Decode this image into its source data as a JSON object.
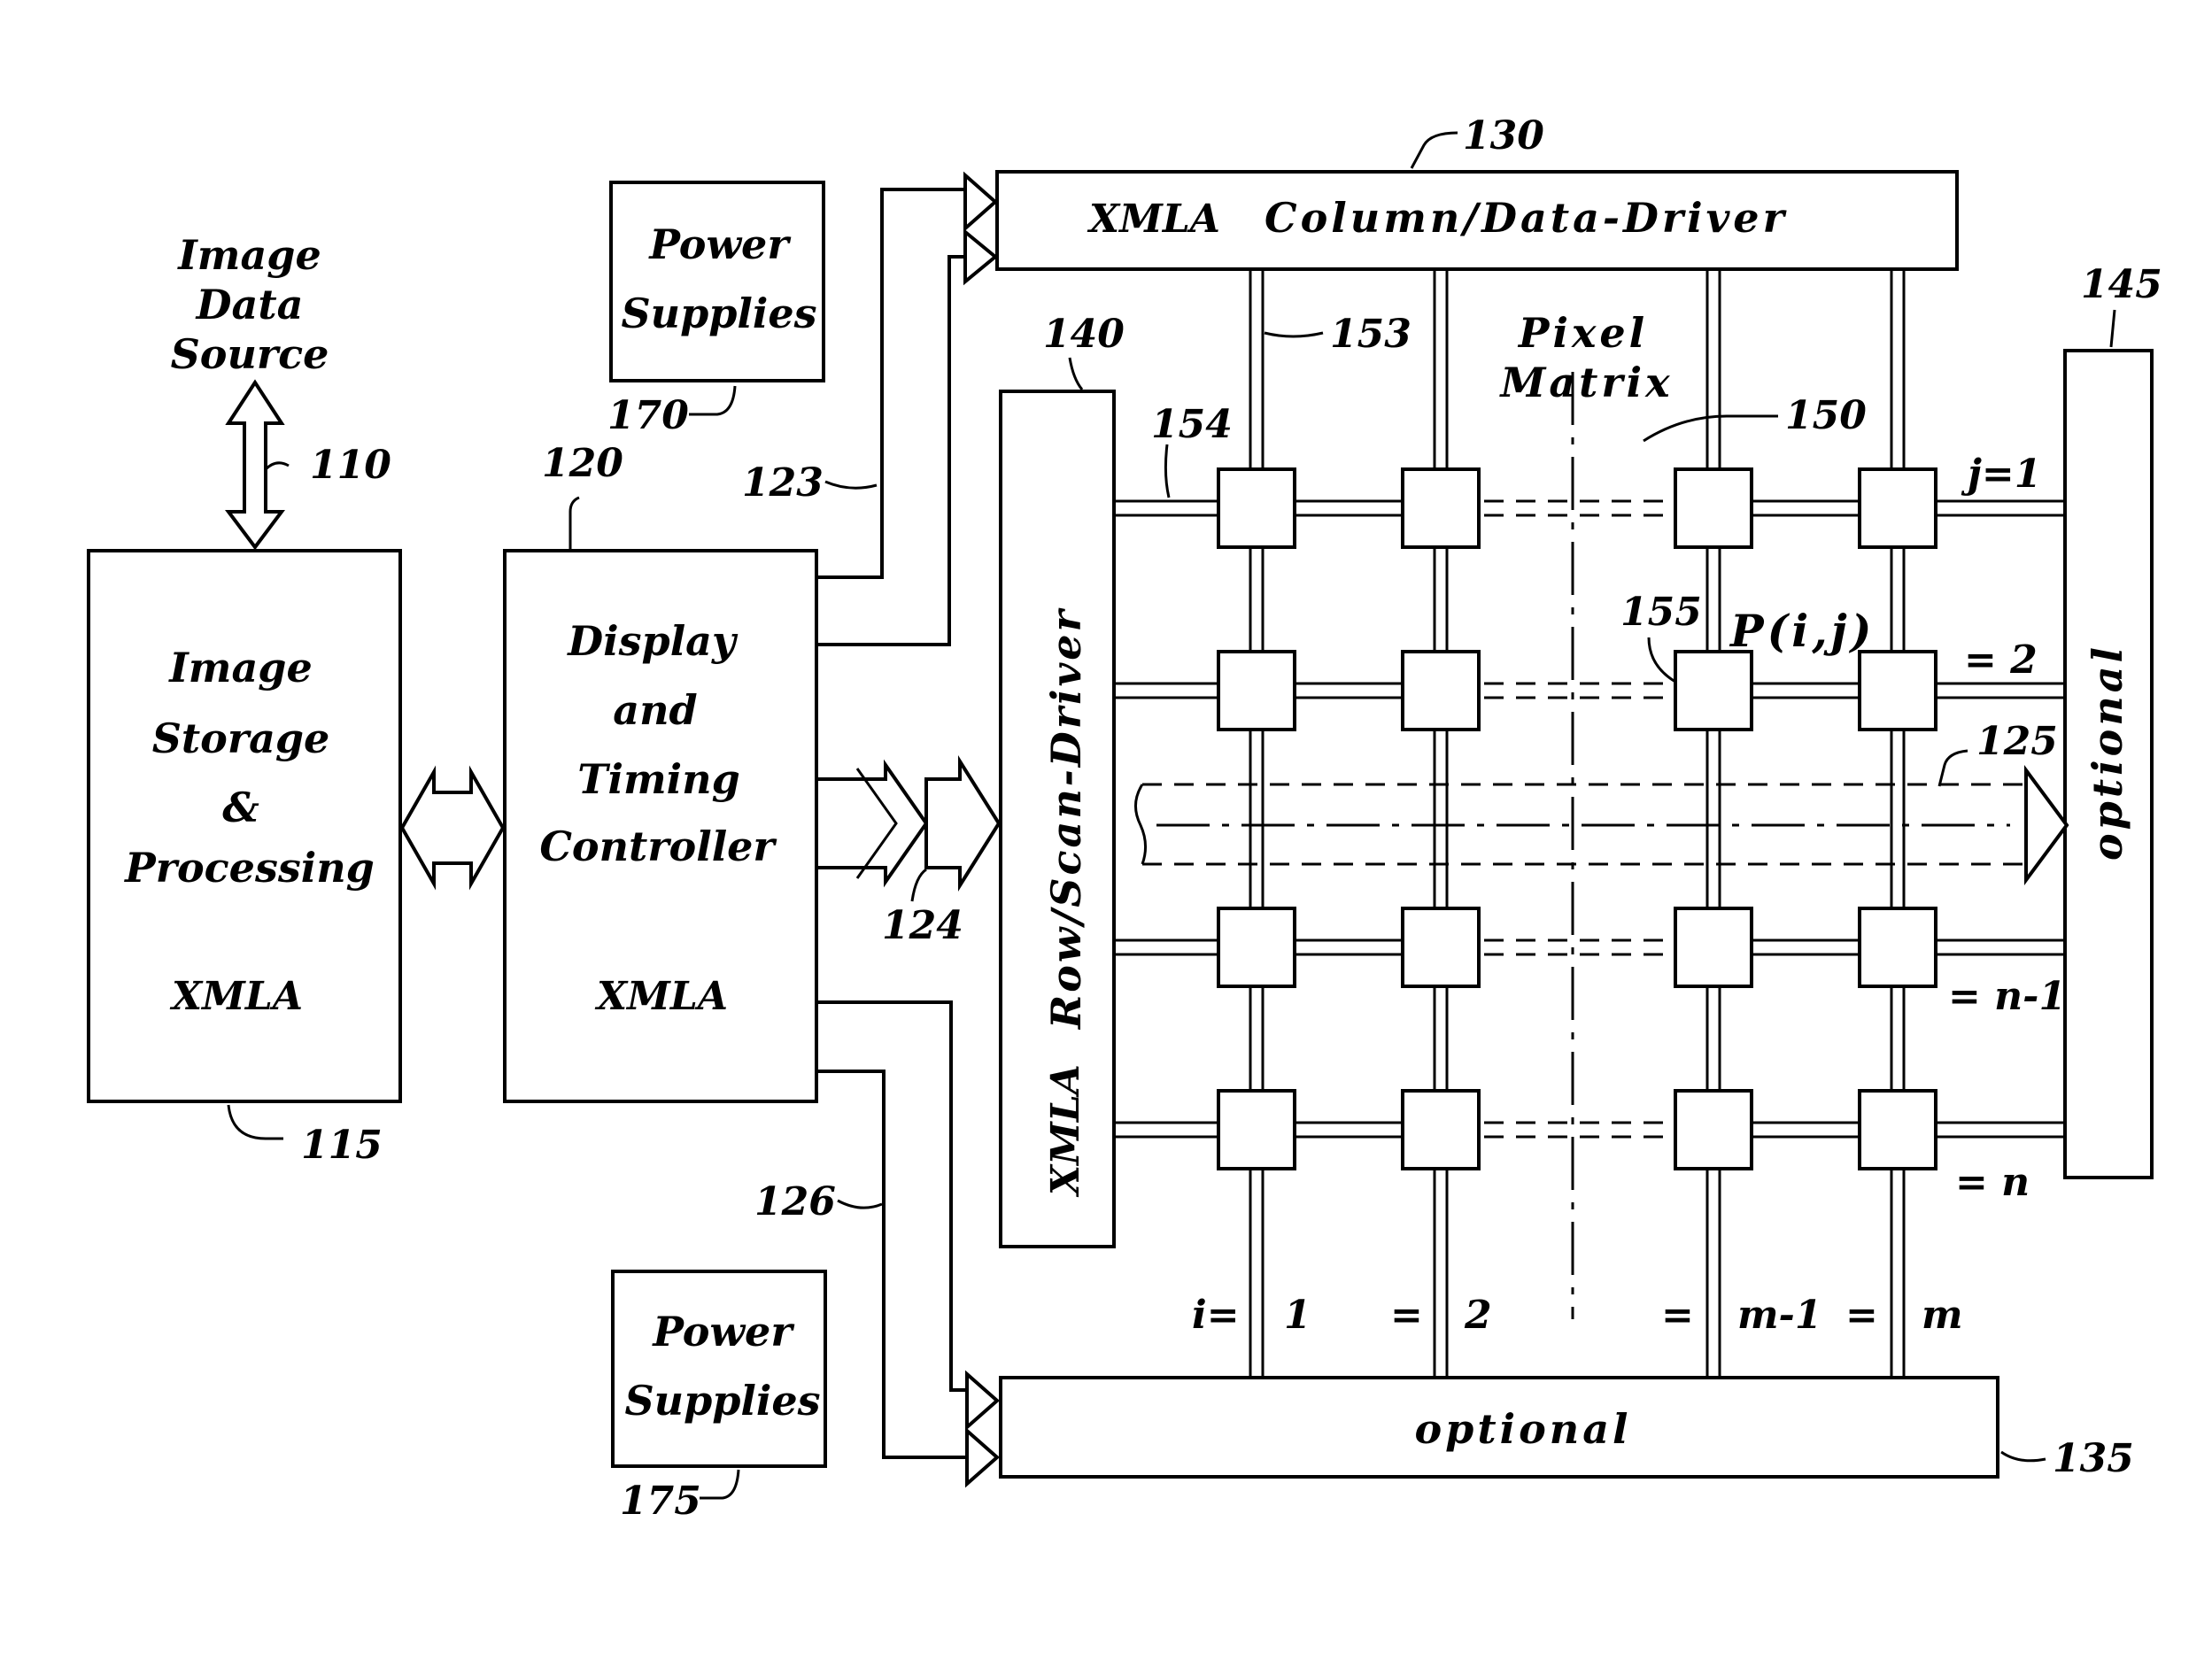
{
  "labels": {
    "image_data_source": [
      "Image",
      "Data",
      "Source"
    ],
    "image_storage": [
      "Image",
      "Storage",
      "&",
      "Processing"
    ],
    "image_storage_xmla": "XMLA",
    "display_timing": [
      "Display",
      "and",
      "Timing",
      "Controller"
    ],
    "display_timing_xmla": "XMLA",
    "power_supplies_top": [
      "Power",
      "Supplies"
    ],
    "power_supplies_bottom": [
      "Power",
      "Supplies"
    ],
    "column_driver_xmla": "XMLA",
    "column_driver_title": "Column/Data-Driver",
    "row_driver_title": "Row/Scan-Driver",
    "row_driver_xmla": "XMLA",
    "pixel_matrix": [
      "Pixel",
      "Matrix"
    ],
    "optional_right": "optional",
    "optional_bottom": "optional",
    "pixel_label": "P(i,j)"
  },
  "row_labels": [
    "j=1",
    "= 2",
    "= n-1",
    "= n"
  ],
  "column_labels": {
    "prefix": "i=",
    "c1": "1",
    "eq2": "=",
    "c2": "2",
    "eq3": "=",
    "c3": "m-1",
    "eq4": "=",
    "c4": "m"
  },
  "refs": {
    "r110": "110",
    "r115": "115",
    "r120": "120",
    "r123": "123",
    "r124": "124",
    "r125": "125",
    "r126": "126",
    "r130": "130",
    "r135": "135",
    "r140": "140",
    "r145": "145",
    "r150": "150",
    "r153": "153",
    "r154": "154",
    "r155": "155",
    "r170": "170",
    "r175": "175"
  }
}
